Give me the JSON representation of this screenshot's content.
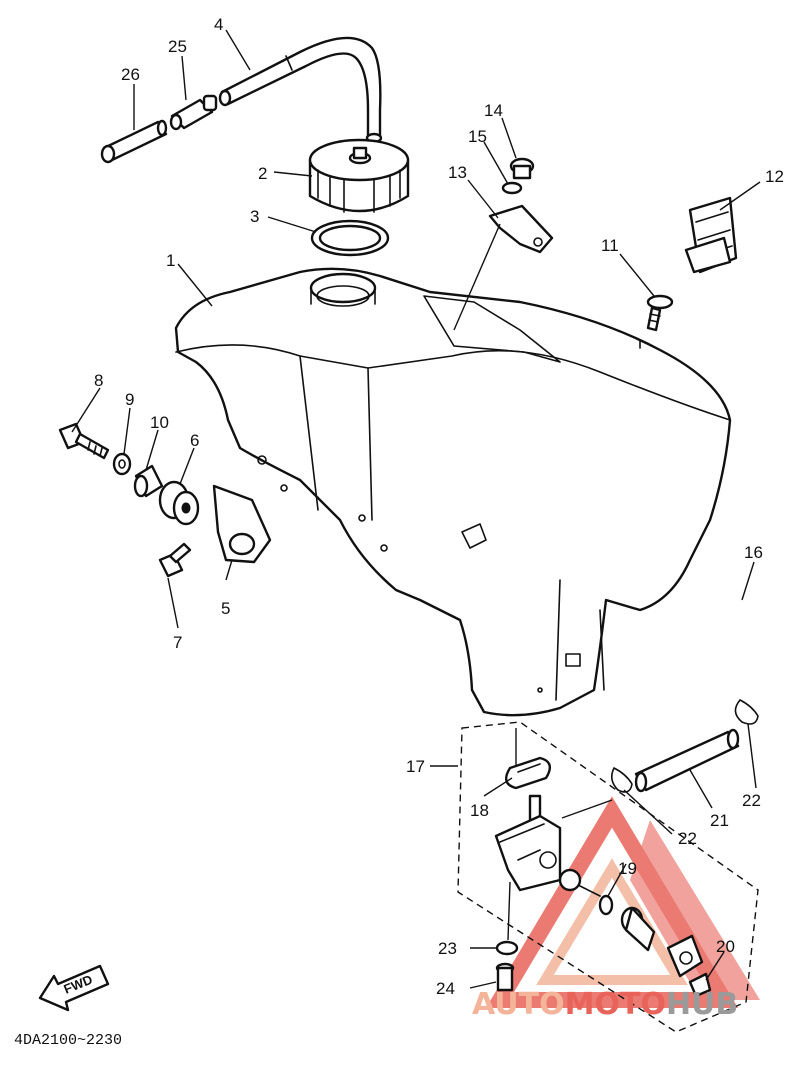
{
  "diagram": {
    "part_code": "4DA2100~2230",
    "direction_label": "FWD",
    "watermark": {
      "text_part1": "AUTO",
      "text_part2": "MOTO",
      "text_part3": "HUB",
      "color_light": "#f3b49a",
      "color_red": "#e8645a",
      "color_gray": "#9a9a9a"
    },
    "callouts": {
      "c1": "1",
      "c2": "2",
      "c3": "3",
      "c4": "4",
      "c5": "5",
      "c6": "6",
      "c7": "7",
      "c8": "8",
      "c9": "9",
      "c10": "10",
      "c11": "11",
      "c12": "12",
      "c13": "13",
      "c14": "14",
      "c15": "15",
      "c16": "16",
      "c17": "17",
      "c18": "18",
      "c19": "19",
      "c20": "20",
      "c21": "21",
      "c22a": "22",
      "c22b": "22",
      "c23": "23",
      "c24": "24",
      "c25": "25",
      "c26": "26"
    }
  }
}
